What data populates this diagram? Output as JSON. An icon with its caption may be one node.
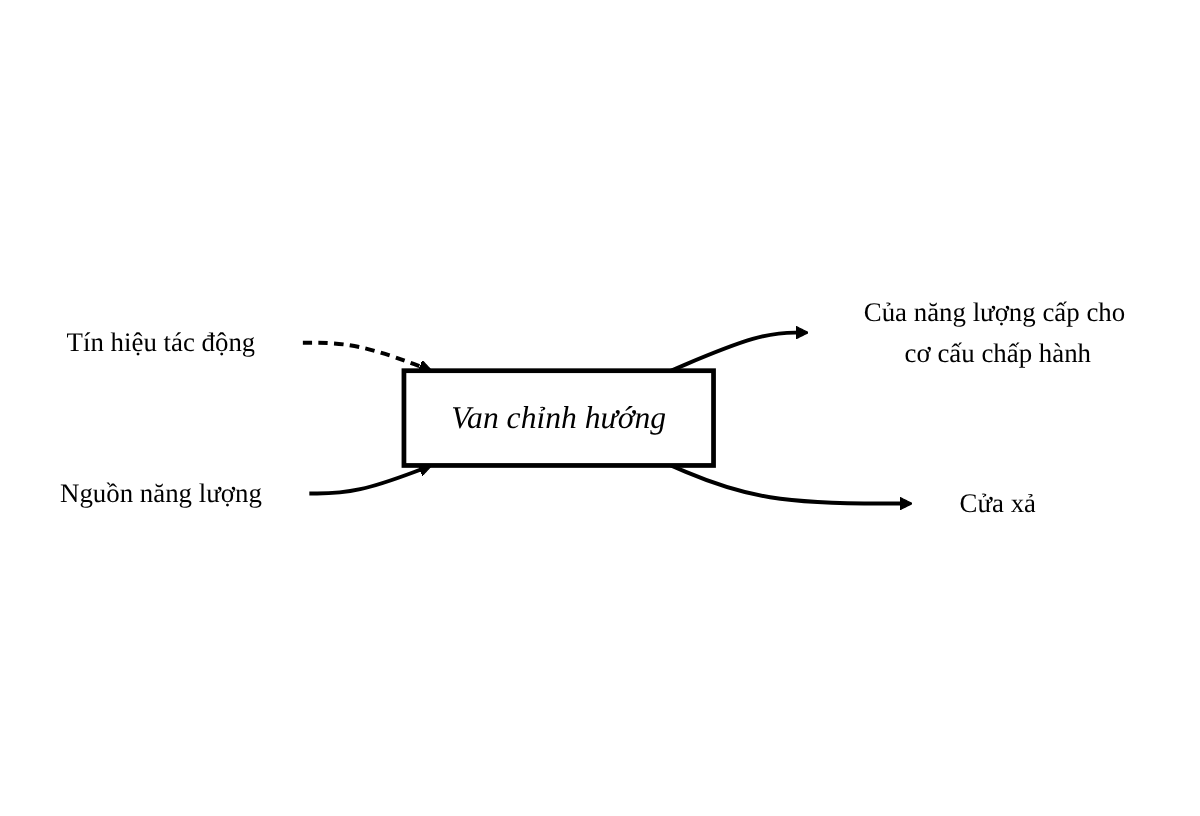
{
  "diagram": {
    "nodes": [
      {
        "text": [
          "Van chỉnh hướng"
        ]
      },
      {
        "text": [
          "Tín hiệu tác động"
        ]
      },
      {
        "text": [
          "Của năng lượng cấp cho cơ cấu chấp hành"
        ]
      },
      {
        "text": [
          "Cửa xả"
        ]
      },
      {
        "text": [
          "Nguồn năng lượng"
        ]
      }
    ],
    "edges": [
      {
        "from": 1,
        "to": 0,
        "arrow": "to",
        "style": "dashed"
      },
      {
        "from": 0,
        "to": 2,
        "arrow": "to"
      },
      {
        "from": 0,
        "to": 3,
        "arrow": "to"
      },
      {
        "from": 4,
        "to": 0,
        "arrow": "to"
      }
    ]
  }
}
